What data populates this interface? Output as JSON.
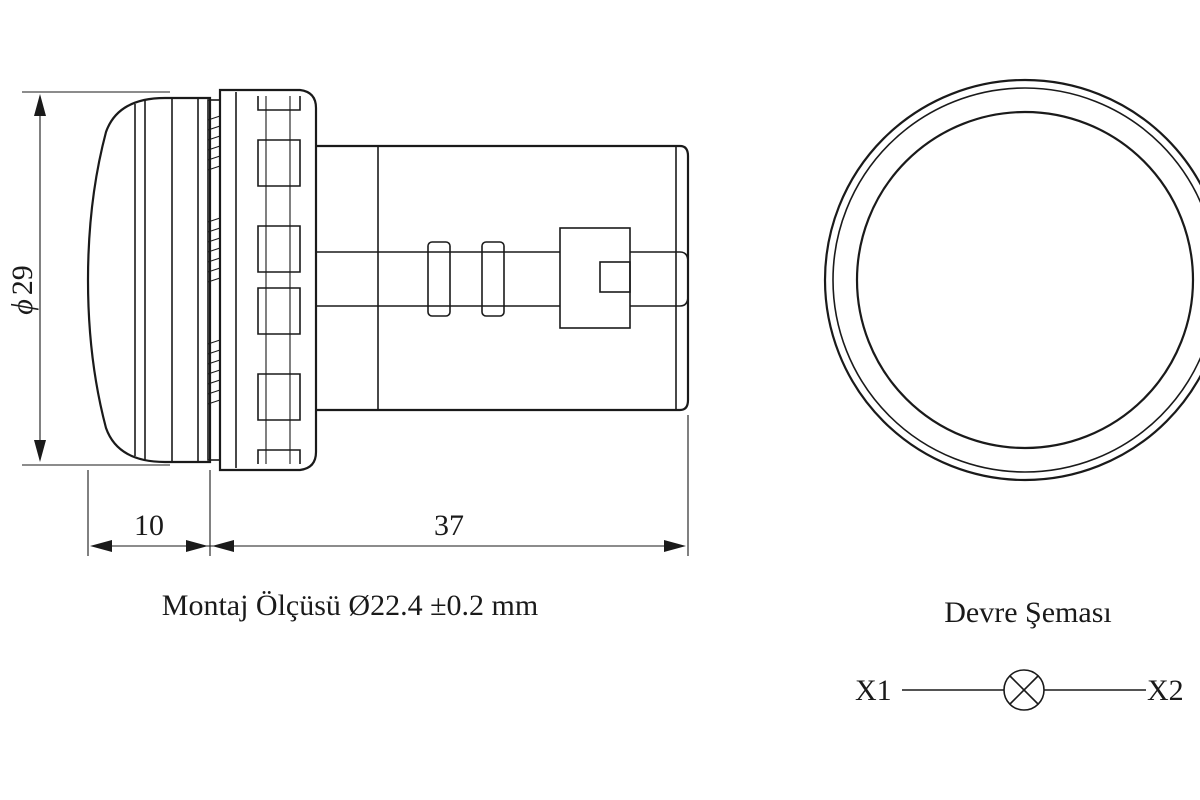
{
  "dimensions": {
    "diameter": "29",
    "front_depth": "10",
    "body_length": "37"
  },
  "mounting_caption": "Montaj Ölçüsü Ø22.4 ±0.2 mm",
  "circuit": {
    "title": "Devre Şeması",
    "terminal_left": "X1",
    "terminal_right": "X2"
  }
}
